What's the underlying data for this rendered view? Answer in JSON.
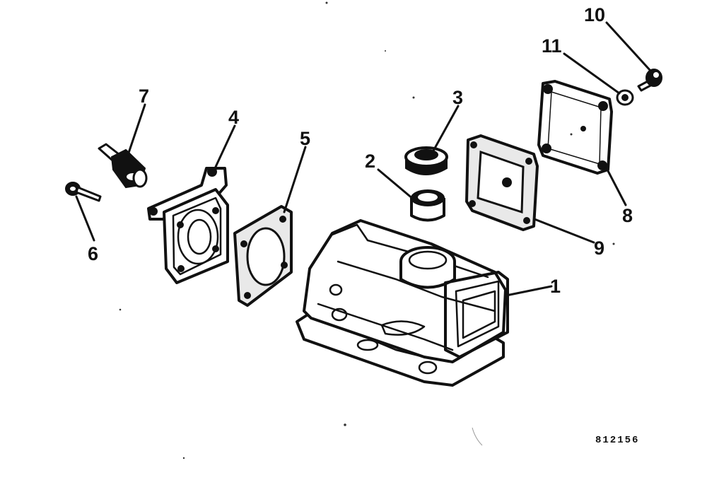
{
  "figure_code": "812156",
  "callouts": [
    {
      "id": "1",
      "label": "1"
    },
    {
      "id": "2",
      "label": "2"
    },
    {
      "id": "3",
      "label": "3"
    },
    {
      "id": "4",
      "label": "4"
    },
    {
      "id": "5",
      "label": "5"
    },
    {
      "id": "6",
      "label": "6"
    },
    {
      "id": "7",
      "label": "7"
    },
    {
      "id": "8",
      "label": "8"
    },
    {
      "id": "9",
      "label": "9"
    },
    {
      "id": "10",
      "label": "10"
    },
    {
      "id": "11",
      "label": "11"
    }
  ]
}
